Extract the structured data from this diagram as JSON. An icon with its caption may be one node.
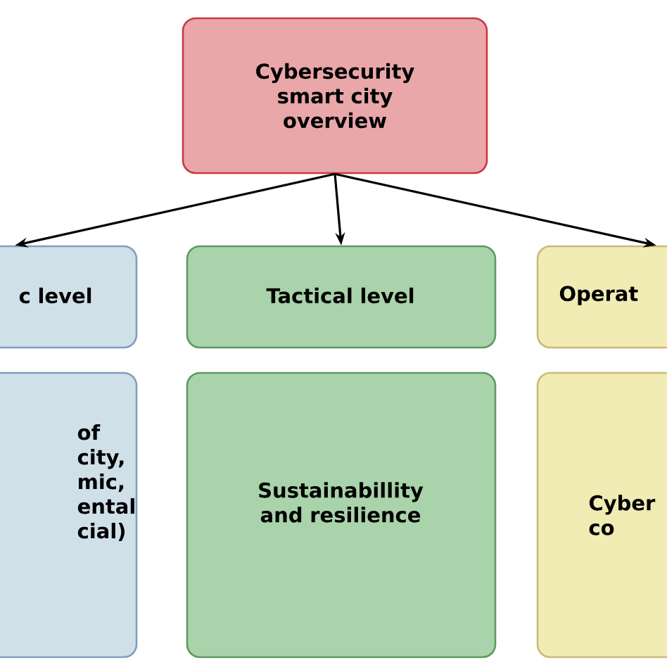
{
  "diagram": {
    "nodes": [
      {
        "text": [
          "Cybersecurity smart city overview"
        ]
      },
      {
        "text": [
          "c level"
        ]
      },
      {
        "text": [
          "Tactical level"
        ]
      },
      {
        "text": [
          "Operat"
        ]
      },
      {
        "text": [
          "of city, mic, ental cial)"
        ]
      },
      {
        "text": [
          "Sustainabillity and resilience"
        ]
      },
      {
        "text": [
          "Cyber co"
        ]
      }
    ],
    "edges": [
      {
        "from": 0,
        "to": 1,
        "arrow": "to"
      },
      {
        "from": 0,
        "to": 2,
        "arrow": "to"
      },
      {
        "from": 0,
        "to": 3,
        "arrow": "to"
      }
    ]
  }
}
